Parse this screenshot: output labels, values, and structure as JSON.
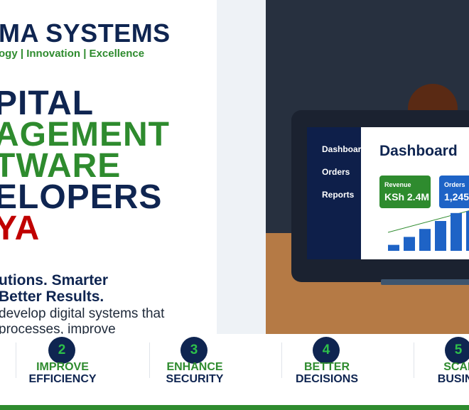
{
  "brand": {
    "name": "MA SYSTEMS",
    "tagline": "ogy | Innovation | Excellence"
  },
  "hero": {
    "lines": [
      "PITAL",
      "AGEMENT",
      "TWARE",
      "ELOPERS",
      "YA"
    ],
    "subheading_line1": "utions. Smarter",
    "subheading_line2": "Better Results.",
    "body_line1": "develop digital systems that",
    "body_line2": "processes, improve"
  },
  "dashboard_mock": {
    "menu": [
      "Dashboard",
      "Orders",
      "Reports"
    ],
    "title": "Dashboard",
    "cards": [
      {
        "label": "Revenue",
        "value": "KSh 2.4M"
      },
      {
        "label": "Orders",
        "value": "1,245"
      }
    ],
    "bar_levels": [
      0.15,
      0.35,
      0.55,
      0.75,
      0.95,
      1.0
    ],
    "colors": {
      "bars": "#1e63c6",
      "trend": "#2e8b2e"
    }
  },
  "steps": [
    {
      "number": "2",
      "line1": "IMPROVE",
      "line2": "EFFICIENCY"
    },
    {
      "number": "3",
      "line1": "ENHANCE",
      "line2": "SECURITY"
    },
    {
      "number": "4",
      "line1": "BETTER",
      "line2": "DECISIONS"
    },
    {
      "number": "5",
      "line1": "SCAL",
      "line2": "BUSINE"
    }
  ],
  "colors": {
    "navy": "#0f2551",
    "green": "#2e8b2e",
    "red": "#c00000"
  }
}
